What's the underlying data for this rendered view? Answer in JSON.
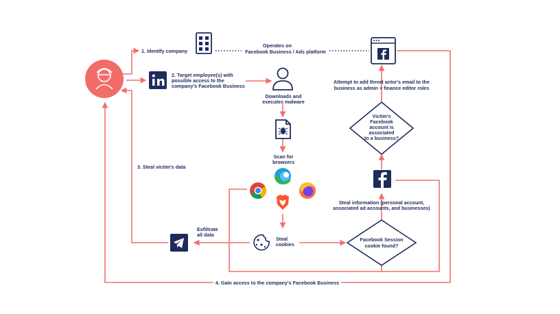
{
  "colors": {
    "accent": "#f0706b",
    "navy": "#1f2b5b",
    "background": "#ffffff"
  },
  "steps": {
    "identify": "1. Identify company",
    "target_line1": "2. Target employee(s) with",
    "target_line2": "possible access to the",
    "target_line3": "company's Facebook Business",
    "steal_data": "3. Steal victim's data",
    "gain_access": "4. Gain access to the company's Facebook Business"
  },
  "nodes": {
    "operates_line1": "Operates on",
    "operates_line2": "Facebook Business / Ads platform",
    "downloads_line1": "Downloads and",
    "downloads_line2": "executes malware",
    "scan_line1": "Scan for",
    "scan_line2": "browsers",
    "steal_cookies_line1": "Steal",
    "steal_cookies_line2": "cookies",
    "exfiltrate_line1": "Exfiltrate",
    "exfiltrate_line2": "all data",
    "session_line1": "Facebook Session",
    "session_line2": "cookie found?",
    "steal_info_line1": "Steal information (personal account,",
    "steal_info_line2": "associated ad accounts, and businesses)",
    "victim_line1": "Victim's",
    "victim_line2": "Facebook",
    "victim_line3": "account is",
    "victim_line4": "associated",
    "victim_line5": "to a business?",
    "attempt_line1": "Attempt to add threat actor's email to the",
    "attempt_line2": "business as admin + finance editor roles"
  },
  "icons": {
    "threat_actor": "hacker-icon",
    "company": "building-icon",
    "linkedin": "linkedin-icon",
    "employee": "user-icon",
    "malware": "malware-file-icon",
    "browsers": [
      "chrome-icon",
      "edge-icon",
      "firefox-icon",
      "brave-icon"
    ],
    "cookie": "cookie-icon",
    "telegram": "telegram-icon",
    "facebook": "facebook-icon",
    "facebook_window": "facebook-browser-icon"
  }
}
